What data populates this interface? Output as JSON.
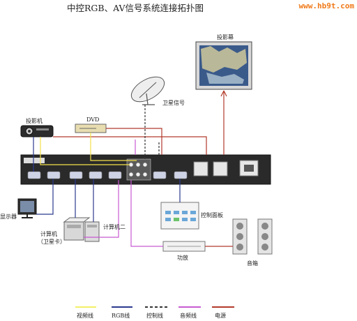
{
  "title": "中控RGB、AV信号系统连接拓扑图",
  "watermark": "www.hb9t.com",
  "devices": {
    "projection_screen": "投影幕",
    "satellite_signal": "卫星信号",
    "projector": "投影机",
    "dvd": "DVD",
    "monitor": "显示器",
    "computer1": "计算机",
    "computer1_sub": "（卫星卡）",
    "computer2": "计算机二",
    "control_panel": "控制面板",
    "amplifier": "功放",
    "speakers": "音箱"
  },
  "legend": [
    {
      "label": "视频线",
      "color": "#f4f066"
    },
    {
      "label": "RGB线",
      "color": "#2b3a8e"
    },
    {
      "label": "控制线",
      "color": "#333333",
      "dashed": true
    },
    {
      "label": "音频线",
      "color": "#c85ad2"
    },
    {
      "label": "电源",
      "color": "#b23a2c"
    }
  ]
}
